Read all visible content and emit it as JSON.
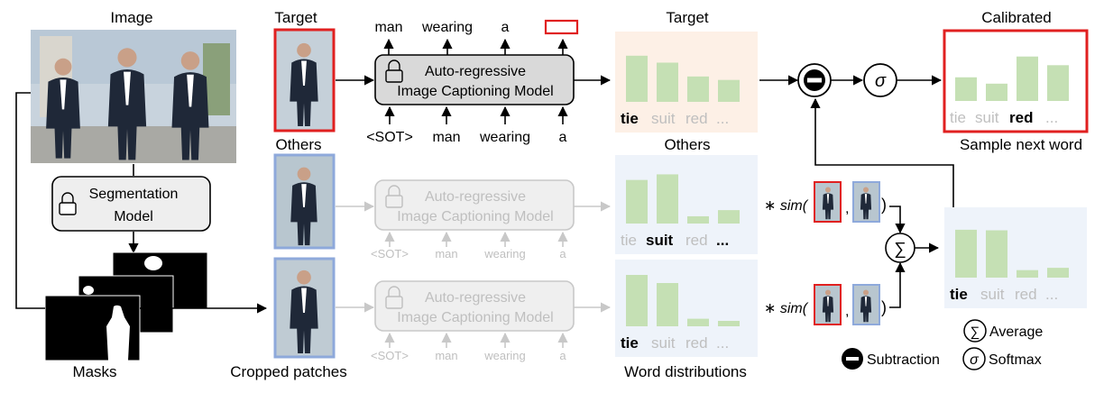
{
  "column_labels": {
    "image": "Image",
    "target": "Target",
    "others": "Others",
    "target_dist": "Target",
    "others_dist": "Others",
    "calibrated": "Calibrated",
    "sample_next_word": "Sample next word",
    "masks": "Masks",
    "cropped_patches": "Cropped patches",
    "word_distributions": "Word distributions"
  },
  "segmentation_model": {
    "line1": "Segmentation",
    "line2": "Model"
  },
  "captioning_model": {
    "line1": "Auto-regressive",
    "line2": "Image Captioning Model"
  },
  "output_tokens": [
    "man",
    "wearing",
    "a"
  ],
  "input_tokens": [
    "<SOT>",
    "man",
    "wearing",
    "a"
  ],
  "vocab": [
    "tie",
    "suit",
    "red",
    "..."
  ],
  "distributions": {
    "target": {
      "values": [
        0.8,
        0.68,
        0.44,
        0.38
      ],
      "bold_index": 0
    },
    "others_1": {
      "values": [
        0.78,
        0.88,
        0.13,
        0.24
      ],
      "bold_index": 1
    },
    "others_2": {
      "values": [
        0.95,
        0.8,
        0.14,
        0.1
      ],
      "bold_index": 0
    },
    "average": {
      "values": [
        0.83,
        0.82,
        0.13,
        0.17
      ],
      "bold_index": 0
    },
    "calibrated": {
      "values": [
        0.41,
        0.3,
        0.77,
        0.62
      ],
      "bold_index": 2
    }
  },
  "sim_label": "∗ sim(",
  "operators": {
    "sum": "∑",
    "sigma": "σ"
  },
  "legend": [
    {
      "symbol": "∑",
      "text": "Average"
    },
    {
      "symbol": "−",
      "text": "Subtraction"
    },
    {
      "symbol": "σ",
      "text": "Softmax"
    }
  ],
  "colors": {
    "bar": "#c5e0b4",
    "target_panel": "#fdf0e6",
    "others_panel": "#eef3fa",
    "target_border": "#e02020",
    "others_border": "#8ea9db",
    "model_fill": "#d9d9d9",
    "faded_fill": "#efefef",
    "faded_text": "#bfbfbf"
  }
}
